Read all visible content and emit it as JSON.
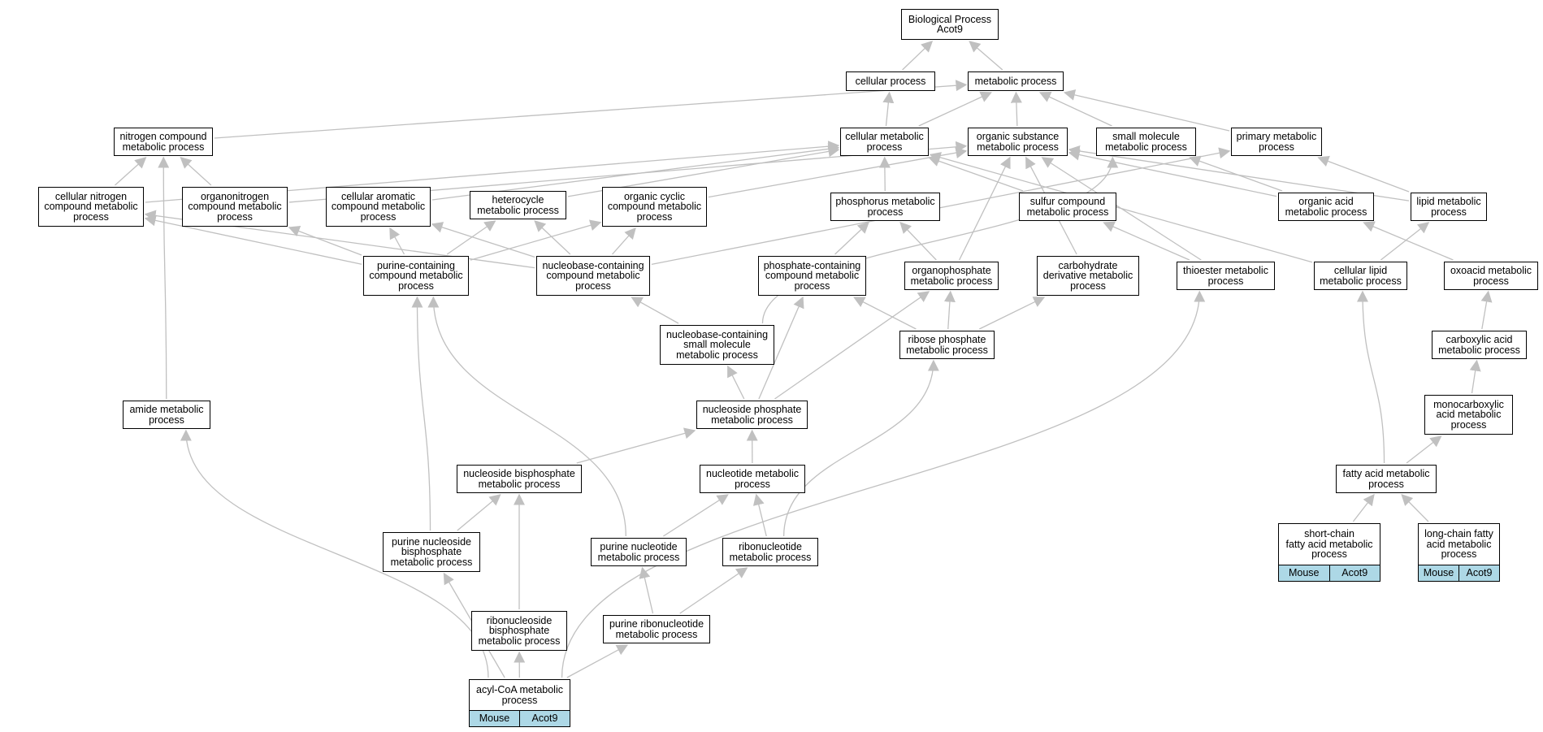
{
  "graph": {
    "nodes": [
      {
        "id": "bp",
        "label": "Biological Process\nAcot9"
      },
      {
        "id": "cellular_process",
        "label": "cellular process"
      },
      {
        "id": "metabolic_process",
        "label": "metabolic process"
      },
      {
        "id": "nitrogen_compound",
        "label": "nitrogen compound\nmetabolic process"
      },
      {
        "id": "cellular_metabolic",
        "label": "cellular metabolic\nprocess"
      },
      {
        "id": "organic_substance",
        "label": "organic substance\nmetabolic process"
      },
      {
        "id": "small_molecule",
        "label": "small molecule\nmetabolic process"
      },
      {
        "id": "primary_metabolic",
        "label": "primary metabolic\nprocess"
      },
      {
        "id": "cellular_nitrogen",
        "label": "cellular nitrogen\ncompound metabolic\nprocess"
      },
      {
        "id": "organonitrogen",
        "label": "organonitrogen\ncompound metabolic\nprocess"
      },
      {
        "id": "cellular_aromatic",
        "label": "cellular aromatic\ncompound metabolic\nprocess"
      },
      {
        "id": "heterocycle",
        "label": "heterocycle\nmetabolic process"
      },
      {
        "id": "organic_cyclic",
        "label": "organic cyclic\ncompound metabolic\nprocess"
      },
      {
        "id": "phosphorus",
        "label": "phosphorus metabolic\nprocess"
      },
      {
        "id": "sulfur",
        "label": "sulfur compound\nmetabolic process"
      },
      {
        "id": "organic_acid",
        "label": "organic acid\nmetabolic process"
      },
      {
        "id": "lipid",
        "label": "lipid metabolic\nprocess"
      },
      {
        "id": "purine_containing",
        "label": "purine-containing\ncompound metabolic\nprocess"
      },
      {
        "id": "nucleobase_containing",
        "label": "nucleobase-containing\ncompound metabolic\nprocess"
      },
      {
        "id": "phosphate_containing",
        "label": "phosphate-containing\ncompound metabolic\nprocess"
      },
      {
        "id": "organophosphate",
        "label": "organophosphate\nmetabolic process"
      },
      {
        "id": "carbohydrate_deriv",
        "label": "carbohydrate\nderivative metabolic\nprocess"
      },
      {
        "id": "thioester",
        "label": "thioester metabolic\nprocess"
      },
      {
        "id": "cellular_lipid",
        "label": "cellular lipid\nmetabolic process"
      },
      {
        "id": "oxoacid",
        "label": "oxoacid metabolic\nprocess"
      },
      {
        "id": "nucleobase_small",
        "label": "nucleobase-containing\nsmall molecule\nmetabolic process"
      },
      {
        "id": "ribose_phosphate",
        "label": "ribose phosphate\nmetabolic process"
      },
      {
        "id": "carboxylic_acid",
        "label": "carboxylic acid\nmetabolic process"
      },
      {
        "id": "amide",
        "label": "amide metabolic\nprocess"
      },
      {
        "id": "nucleoside_phosphate",
        "label": "nucleoside phosphate\nmetabolic process"
      },
      {
        "id": "monocarboxylic",
        "label": "monocarboxylic\nacid metabolic\nprocess"
      },
      {
        "id": "nucleoside_bisphosphate",
        "label": "nucleoside bisphosphate\nmetabolic process"
      },
      {
        "id": "nucleotide",
        "label": "nucleotide metabolic\nprocess"
      },
      {
        "id": "fatty_acid",
        "label": "fatty acid metabolic\nprocess"
      },
      {
        "id": "purine_nucleoside_bis",
        "label": "purine nucleoside\nbisphosphate\nmetabolic process"
      },
      {
        "id": "purine_nucleotide",
        "label": "purine nucleotide\nmetabolic process"
      },
      {
        "id": "ribonucleotide",
        "label": "ribonucleotide\nmetabolic process"
      },
      {
        "id": "short_chain",
        "label": "short-chain\nfatty acid metabolic\nprocess",
        "annotation": [
          "Mouse",
          "Acot9"
        ]
      },
      {
        "id": "long_chain",
        "label": "long-chain fatty\nacid metabolic\nprocess",
        "annotation": [
          "Mouse",
          "Acot9"
        ]
      },
      {
        "id": "ribonucleoside_bis",
        "label": "ribonucleoside\nbisphosphate\nmetabolic process"
      },
      {
        "id": "purine_ribonucleotide",
        "label": "purine ribonucleotide\nmetabolic process"
      },
      {
        "id": "acyl_coa",
        "label": "acyl-CoA metabolic\nprocess",
        "annotation": [
          "Mouse",
          "Acot9"
        ]
      }
    ],
    "edges": [
      [
        "cellular_process",
        "bp"
      ],
      [
        "metabolic_process",
        "bp"
      ],
      [
        "cellular_metabolic",
        "cellular_process"
      ],
      [
        "cellular_metabolic",
        "metabolic_process"
      ],
      [
        "nitrogen_compound",
        "metabolic_process"
      ],
      [
        "organic_substance",
        "metabolic_process"
      ],
      [
        "small_molecule",
        "metabolic_process"
      ],
      [
        "primary_metabolic",
        "metabolic_process"
      ],
      [
        "cellular_nitrogen",
        "nitrogen_compound"
      ],
      [
        "cellular_nitrogen",
        "cellular_metabolic"
      ],
      [
        "organonitrogen",
        "nitrogen_compound"
      ],
      [
        "organonitrogen",
        "organic_substance"
      ],
      [
        "cellular_aromatic",
        "cellular_metabolic"
      ],
      [
        "heterocycle",
        "cellular_metabolic"
      ],
      [
        "organic_cyclic",
        "organic_substance"
      ],
      [
        "phosphorus",
        "cellular_metabolic"
      ],
      [
        "sulfur",
        "cellular_metabolic"
      ],
      [
        "organic_acid",
        "small_molecule"
      ],
      [
        "organic_acid",
        "organic_substance"
      ],
      [
        "lipid",
        "primary_metabolic"
      ],
      [
        "lipid",
        "organic_substance"
      ],
      [
        "purine_containing",
        "cellular_nitrogen"
      ],
      [
        "purine_containing",
        "organonitrogen"
      ],
      [
        "purine_containing",
        "cellular_aromatic"
      ],
      [
        "purine_containing",
        "heterocycle"
      ],
      [
        "purine_containing",
        "organic_cyclic"
      ],
      [
        "nucleobase_containing",
        "cellular_nitrogen"
      ],
      [
        "nucleobase_containing",
        "cellular_aromatic"
      ],
      [
        "nucleobase_containing",
        "heterocycle"
      ],
      [
        "nucleobase_containing",
        "organic_cyclic"
      ],
      [
        "nucleobase_containing",
        "primary_metabolic"
      ],
      [
        "phosphate_containing",
        "phosphorus"
      ],
      [
        "organophosphate",
        "phosphorus"
      ],
      [
        "organophosphate",
        "organic_substance"
      ],
      [
        "carbohydrate_deriv",
        "organic_substance"
      ],
      [
        "thioester",
        "sulfur"
      ],
      [
        "thioester",
        "organic_substance"
      ],
      [
        "cellular_lipid",
        "lipid"
      ],
      [
        "cellular_lipid",
        "cellular_metabolic"
      ],
      [
        "oxoacid",
        "organic_acid"
      ],
      [
        "nucleobase_small",
        "nucleobase_containing"
      ],
      [
        "nucleobase_small",
        "small_molecule"
      ],
      [
        "ribose_phosphate",
        "organophosphate"
      ],
      [
        "ribose_phosphate",
        "phosphate_containing"
      ],
      [
        "ribose_phosphate",
        "carbohydrate_deriv"
      ],
      [
        "carboxylic_acid",
        "oxoacid"
      ],
      [
        "amide",
        "nitrogen_compound"
      ],
      [
        "nucleoside_phosphate",
        "nucleobase_small"
      ],
      [
        "nucleoside_phosphate",
        "phosphate_containing"
      ],
      [
        "nucleoside_phosphate",
        "organophosphate"
      ],
      [
        "monocarboxylic",
        "carboxylic_acid"
      ],
      [
        "nucleoside_bisphosphate",
        "nucleoside_phosphate"
      ],
      [
        "nucleotide",
        "nucleoside_phosphate"
      ],
      [
        "fatty_acid",
        "monocarboxylic"
      ],
      [
        "fatty_acid",
        "cellular_lipid"
      ],
      [
        "purine_nucleoside_bis",
        "nucleoside_bisphosphate"
      ],
      [
        "purine_nucleoside_bis",
        "purine_containing"
      ],
      [
        "purine_nucleotide",
        "nucleotide"
      ],
      [
        "purine_nucleotide",
        "purine_containing"
      ],
      [
        "ribonucleotide",
        "nucleotide"
      ],
      [
        "ribonucleotide",
        "ribose_phosphate"
      ],
      [
        "short_chain",
        "fatty_acid"
      ],
      [
        "long_chain",
        "fatty_acid"
      ],
      [
        "ribonucleoside_bis",
        "nucleoside_bisphosphate"
      ],
      [
        "purine_ribonucleotide",
        "purine_nucleotide"
      ],
      [
        "purine_ribonucleotide",
        "ribonucleotide"
      ],
      [
        "acyl_coa",
        "ribonucleoside_bis"
      ],
      [
        "acyl_coa",
        "purine_nucleoside_bis"
      ],
      [
        "acyl_coa",
        "purine_ribonucleotide"
      ],
      [
        "acyl_coa",
        "amide"
      ],
      [
        "acyl_coa",
        "thioester"
      ]
    ],
    "edge_color": "#c0c0c0",
    "annotation_color": "#add8e6"
  }
}
